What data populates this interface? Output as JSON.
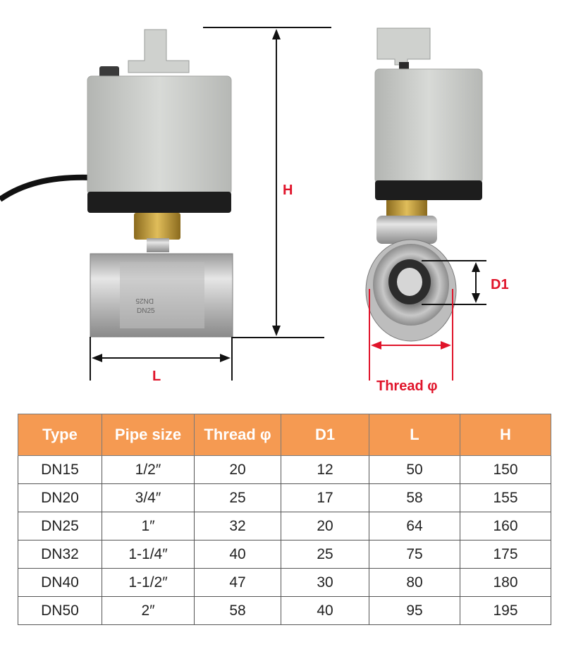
{
  "colors": {
    "header_bg": "#f59a52",
    "header_text": "#ffffff",
    "dimension_black": "#111111",
    "dimension_red": "#e0142a",
    "actuator_grey": "#c9cbc8",
    "brass": "#c9a33a",
    "steel": "#c7c7c7"
  },
  "diagram": {
    "label_h": "H",
    "label_l": "L",
    "label_d1": "D1",
    "label_thread": "Thread φ",
    "body_engraving_1": "DN25",
    "body_engraving_2": "DN25"
  },
  "table": {
    "headers": [
      "Type",
      "Pipe size",
      "Thread φ",
      "D1",
      "L",
      "H"
    ],
    "rows": [
      [
        "DN15",
        "1/2″",
        "20",
        "12",
        "50",
        "150"
      ],
      [
        "DN20",
        "3/4″",
        "25",
        "17",
        "58",
        "155"
      ],
      [
        "DN25",
        "1″",
        "32",
        "20",
        "64",
        "160"
      ],
      [
        "DN32",
        "1-1/4″",
        "40",
        "25",
        "75",
        "175"
      ],
      [
        "DN40",
        "1-1/2″",
        "47",
        "30",
        "80",
        "180"
      ],
      [
        "DN50",
        "2″",
        "58",
        "40",
        "95",
        "195"
      ]
    ]
  }
}
